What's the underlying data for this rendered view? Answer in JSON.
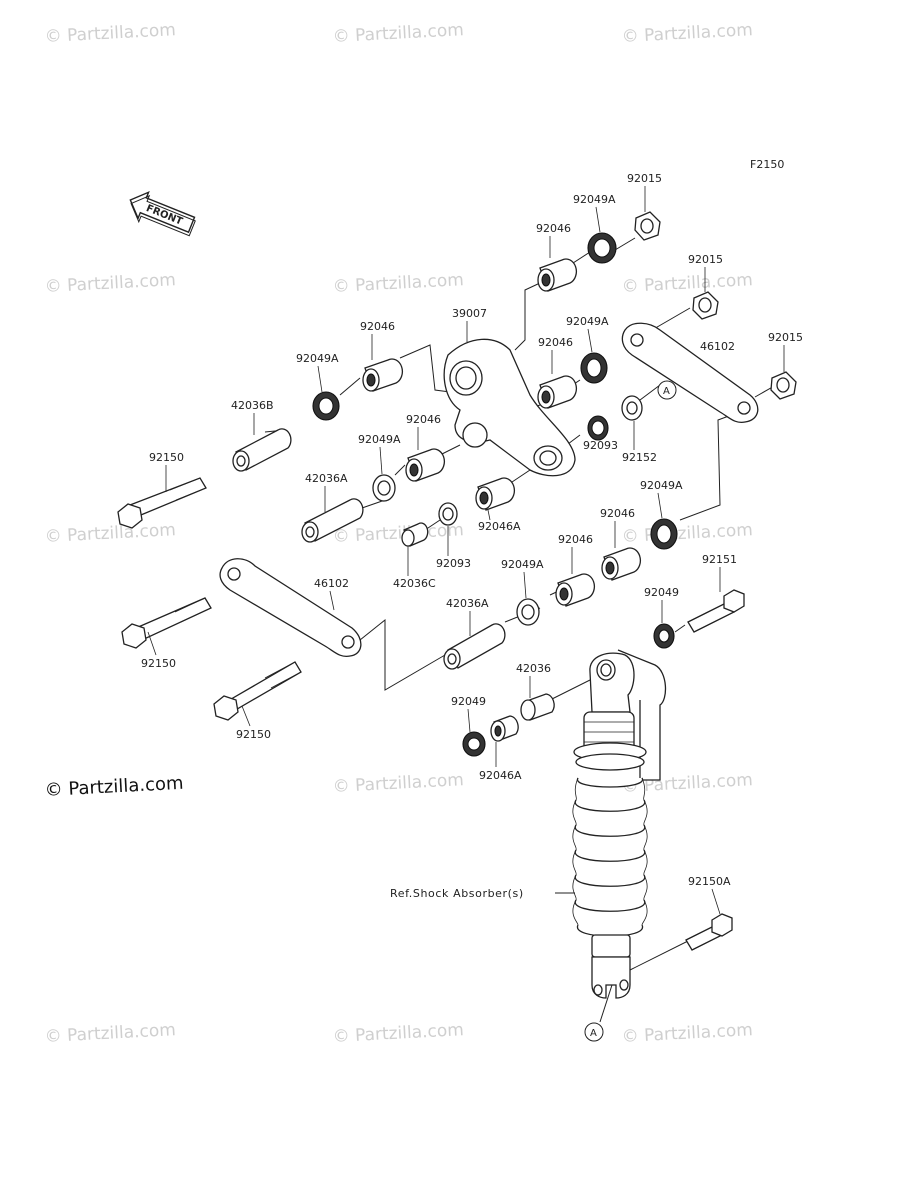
{
  "diagram_code": "F2150",
  "front_label": "FRONT",
  "watermark": "© Partzilla.com",
  "copyright": "© Partzilla.com",
  "ref_note": "Ref.Shock Absorber(s)",
  "marker": "A",
  "parts": {
    "p92015a": "92015",
    "p92049a1": "92049A",
    "p92046a1": "92046",
    "p92015b": "92015",
    "p39007": "39007",
    "p92049a2": "92049A",
    "p92046a2": "92046",
    "p92015c": "92015",
    "p46102a": "46102",
    "p92046_l": "92046",
    "p92049a_l": "92049A",
    "p42036b": "42036B",
    "p92046_c": "92046",
    "p92049a_c": "92049A",
    "p92150a": "92150",
    "p42036a_l": "42036A",
    "p92152": "92152",
    "p92093a": "92093",
    "p92049a_r": "92049A",
    "p92046a_c": "92046A",
    "p92093b": "92093",
    "p42036c": "42036C",
    "p92046_r": "92046",
    "p92046_r2": "92046",
    "p92151": "92151",
    "p92049a_m": "92049A",
    "p46102b": "46102",
    "p42036a_m": "42036A",
    "p92049_r": "92049",
    "p92150b": "92150",
    "p42036": "42036",
    "p92150c": "92150",
    "p92049_b": "92049",
    "p92046a_b": "92046A",
    "p92150a_r": "92150A"
  }
}
